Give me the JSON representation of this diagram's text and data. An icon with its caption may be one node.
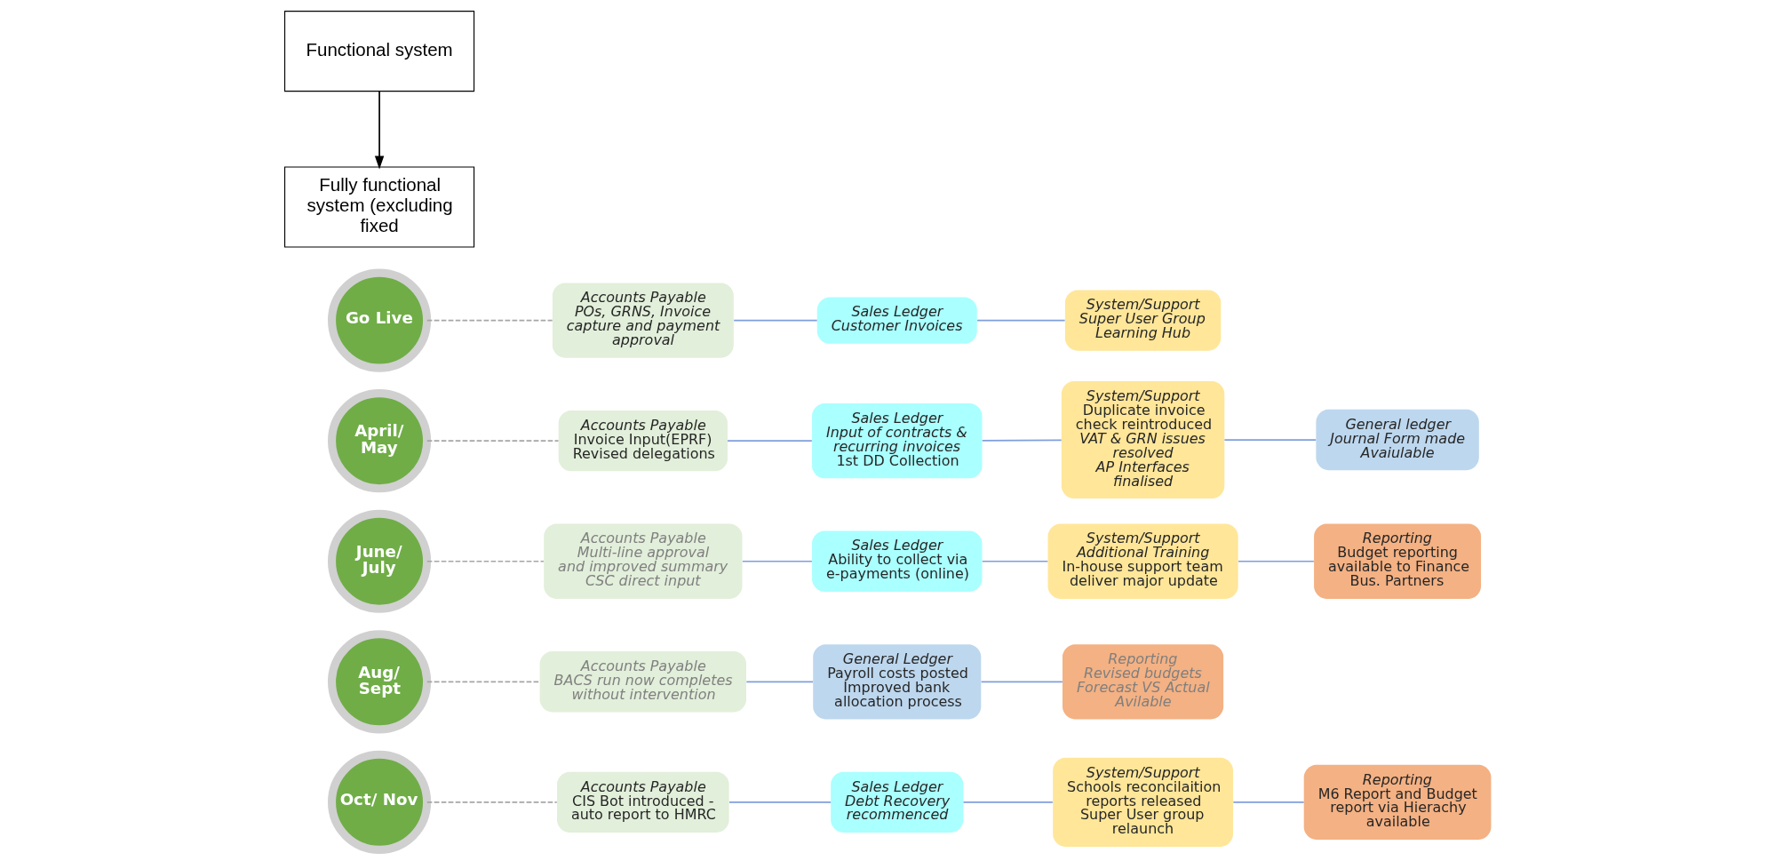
{
  "diagram": {
    "nodes": [
      {
        "text": [
          "Go Live"
        ]
      },
      {
        "text": [
          "Accounts Payable",
          "POs, GRNS, Invoice capture and payment approval"
        ]
      },
      {
        "text": [
          "Sales Ledger",
          "Customer Invoices"
        ]
      },
      {
        "text": [
          "System/Support",
          "Super User Group",
          "Learning Hub"
        ]
      },
      {
        "text": [
          "April/ May"
        ]
      },
      {
        "text": [
          "Accounts Payable",
          "Invoice Input(EPRF)",
          "Revised delegations"
        ]
      },
      {
        "text": [
          "Sales Ledger",
          "Input of contracts & recurring invoices",
          "1st DD Collection"
        ]
      },
      {
        "text": [
          "System/Support",
          "Duplicate invoice check reintroduced",
          "VAT & GRN issues resolved",
          "AP Interfaces finalised"
        ]
      },
      {
        "text": [
          "General ledger",
          "Journal Form made Avaiulable"
        ]
      },
      {
        "text": [
          "June/ July"
        ]
      },
      {
        "text": [
          "Accounts Payable",
          "Multi-line approval and improved summary",
          "CSC direct input"
        ]
      },
      {
        "text": [
          "Sales Ledger",
          "Ability to collect via e-payments (online)"
        ]
      },
      {
        "text": [
          "System/Support",
          "Additional Training",
          "In-house support team deliver major update"
        ]
      },
      {
        "text": [
          "Reporting",
          "Budget reporting available to Finance Bus. Partners"
        ]
      },
      {
        "text": [
          "Aug/ Sept"
        ]
      },
      {
        "text": [
          "Accounts Payable",
          "BACS run now completes without intervention"
        ]
      },
      {
        "text": [
          "General Ledger",
          "Payroll costs posted",
          "Improved bank allocation process"
        ]
      },
      {
        "text": [
          "Reporting",
          "Revised budgets",
          "Forecast VS Actual Avilable"
        ]
      },
      {
        "text": [
          "Oct/ Nov"
        ]
      },
      {
        "text": [
          "Accounts Payable",
          "CIS Bot introduced - auto report to HMRC"
        ]
      },
      {
        "text": [
          "Sales Ledger",
          "Debt Recovery recommenced"
        ]
      },
      {
        "text": [
          "System/Support",
          "Schools reconcilaition reports released",
          "Super User group relaunch"
        ]
      },
      {
        "text": [
          "Reporting",
          "M6 Report and Budget report via Hierachy available"
        ]
      },
      {
        "text": [
          "Functional system"
        ]
      },
      {
        "text": [
          "Fully functional system (excluding fixed"
        ]
      }
    ],
    "edges": [
      {
        "from": 0,
        "to": 1,
        "arrow": "none",
        "style": "dashed",
        "color": "#a6a6a6"
      },
      {
        "from": 1,
        "to": 2,
        "arrow": "none"
      },
      {
        "from": 2,
        "to": 3,
        "arrow": "none"
      },
      {
        "from": 4,
        "to": 5,
        "arrow": "none",
        "style": "dashed",
        "color": "#a6a6a6"
      },
      {
        "from": 5,
        "to": 6,
        "arrow": "none"
      },
      {
        "from": 6,
        "to": 7,
        "arrow": "none"
      },
      {
        "from": 7,
        "to": 8,
        "arrow": "none"
      },
      {
        "from": 9,
        "to": 10,
        "arrow": "none",
        "style": "dashed",
        "color": "#a6a6a6"
      },
      {
        "from": 10,
        "to": 11,
        "arrow": "none"
      },
      {
        "from": 11,
        "to": 12,
        "arrow": "none"
      },
      {
        "from": 12,
        "to": 13,
        "arrow": "none"
      },
      {
        "from": 14,
        "to": 15,
        "arrow": "none",
        "style": "dashed",
        "color": "#a6a6a6"
      },
      {
        "from": 15,
        "to": 16,
        "arrow": "none"
      },
      {
        "from": 16,
        "to": 17,
        "arrow": "none"
      },
      {
        "from": 18,
        "to": 19,
        "arrow": "none",
        "style": "dashed",
        "color": "#a6a6a6"
      },
      {
        "from": 19,
        "to": 20,
        "arrow": "none"
      },
      {
        "from": 20,
        "to": 21,
        "arrow": "none"
      },
      {
        "from": 21,
        "to": 22,
        "arrow": "none"
      },
      {
        "from": 23,
        "to": 24,
        "arrow": "to",
        "color": "#000000"
      }
    ]
  }
}
